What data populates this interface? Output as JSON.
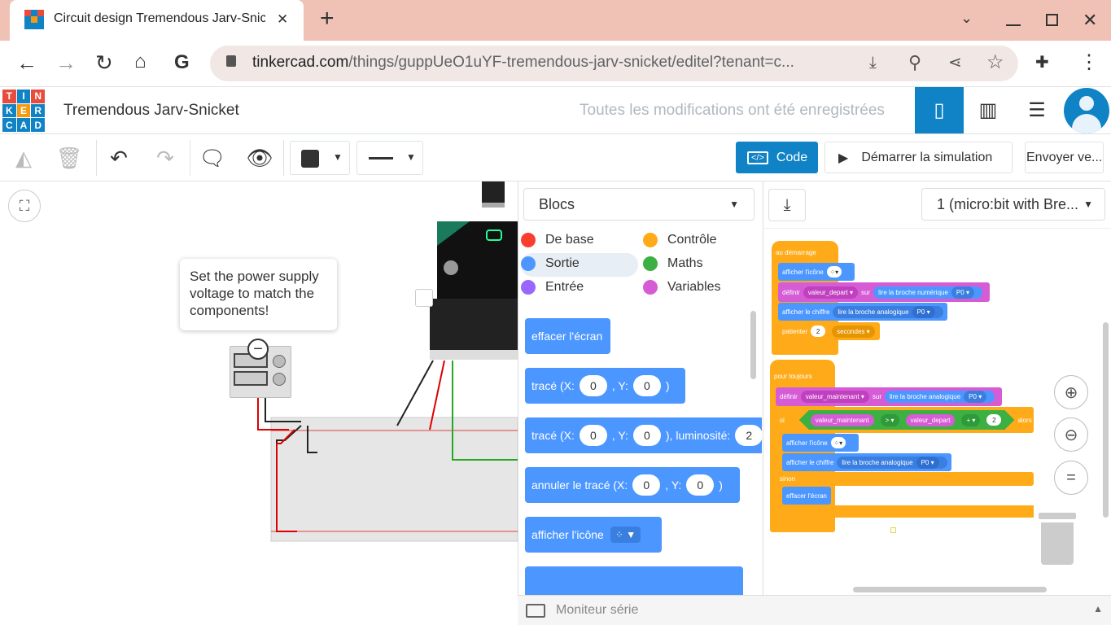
{
  "browser": {
    "tab_title": "Circuit design Tremendous Jarv-Snicket",
    "tab_close": "✕",
    "new_tab": "+",
    "url_host": "tinkercad.com",
    "url_path": "/things/guppUeO1uYF-tremendous-jarv-snicket/editel?tenant=c..."
  },
  "logo": {
    "letters": [
      "T",
      "I",
      "N",
      "K",
      "E",
      "R",
      "C",
      "A",
      "D"
    ]
  },
  "header": {
    "project_title": "Tremendous Jarv-Snicket",
    "save_status": "Toutes les modifications ont été enregistrées"
  },
  "toolbar": {
    "code_label": "Code",
    "simulate_label": "Démarrer la simulation",
    "send_label": "Envoyer ve..."
  },
  "canvas": {
    "tooltip": "Set the power supply voltage to match the components!"
  },
  "blocks_panel": {
    "mode": "Blocs",
    "categories": [
      {
        "label": "De base",
        "color": "#fa3e2e"
      },
      {
        "label": "Contrôle",
        "color": "#ffab19"
      },
      {
        "label": "Sortie",
        "color": "#4c97ff"
      },
      {
        "label": "Maths",
        "color": "#3cb043"
      },
      {
        "label": "Entrée",
        "color": "#9966ff"
      },
      {
        "label": "Variables",
        "color": "#d65cd6"
      }
    ],
    "blocks": {
      "clear": "effacer l'écran",
      "plot": "tracé (X:",
      "plot_y": ", Y:",
      "plot_end": ")",
      "plot_lum": "), luminosité:",
      "unplot": "annuler le tracé (X:",
      "show_icon": "afficher l'icône",
      "val0": "0",
      "val2": "2"
    }
  },
  "workspace": {
    "device": "1 (micro:bit with Bre...",
    "on_start": "au démarrage",
    "forever": "pour toujours",
    "show_icon": "afficher l'icône",
    "set": "définir",
    "var_start": "valeur_depart",
    "var_now": "valeur_maintenant",
    "on": "sur",
    "read_digital": "lire la broche numérique",
    "read_analog": "lire la broche analogique",
    "pin": "P0",
    "show_number": "afficher le chiffre",
    "wait": "patienter",
    "two": "2",
    "seconds": "secondes",
    "if": "si",
    "then": "alors",
    "gt": ">",
    "plus": "+",
    "else": "sinon",
    "clear": "effacer l'écran"
  },
  "serial_monitor": "Moniteur série",
  "colors": {
    "accent": "#1083c6",
    "motion_blue": "#4c97ff",
    "control_orange": "#ffab19",
    "variable_pink": "#d65cd6",
    "math_green": "#3cb043"
  }
}
